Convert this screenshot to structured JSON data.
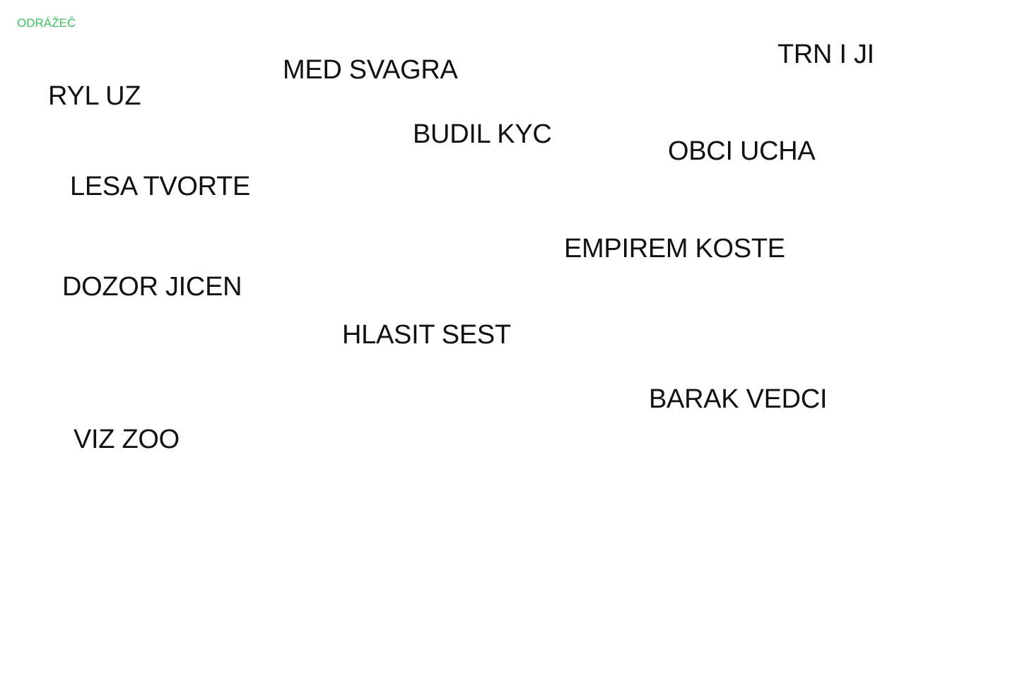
{
  "title": "ODRÁŽEČ",
  "accent_color": "#3cc060",
  "words": [
    "MED SVAGRA",
    "TRN I JI",
    "RYL UZ",
    "BUDIL KYC",
    "OBCI UCHA",
    "LESA TVORTE",
    "EMPIREM KOSTE",
    "DOZOR JICEN",
    "HLASIT SEST",
    "BARAK VEDCI",
    "VIZ ZOO"
  ]
}
